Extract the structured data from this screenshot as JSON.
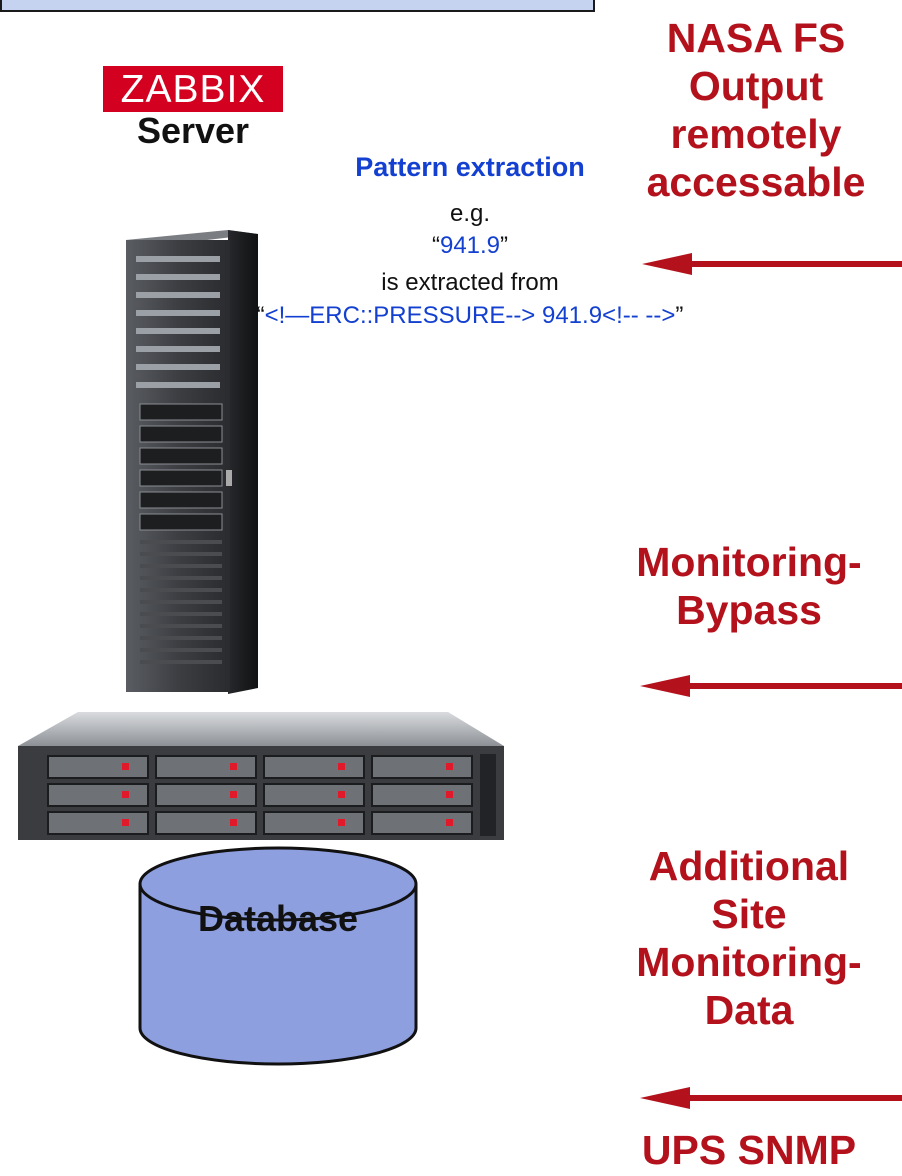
{
  "logo": {
    "text": "ZABBIX"
  },
  "server_title": "Server",
  "labels": {
    "nasa": [
      "NASA FS",
      "Output",
      "remotely",
      "accessable"
    ],
    "bypass": [
      "Monitoring-",
      "Bypass"
    ],
    "additional": [
      "Additional",
      "Site",
      "Monitoring-",
      "Data"
    ],
    "ups": "UPS SNMP"
  },
  "extraction": {
    "title": "Pattern extraction",
    "eg": "e.g.",
    "value": "941.9",
    "is_extracted_from": "is extracted from",
    "source": "<!—ERC::PRESSURE--> 941.9<!-- -->"
  },
  "database": {
    "label": "Database"
  },
  "icons": [
    "rack-server-icon",
    "storage-array-icon",
    "database-cylinder-icon",
    "arrow-left-icon"
  ],
  "colors": {
    "red": "#b3121c",
    "blue": "#1340d0",
    "db_fill": "#8e9fe0",
    "logo_bg": "#d4001f"
  }
}
